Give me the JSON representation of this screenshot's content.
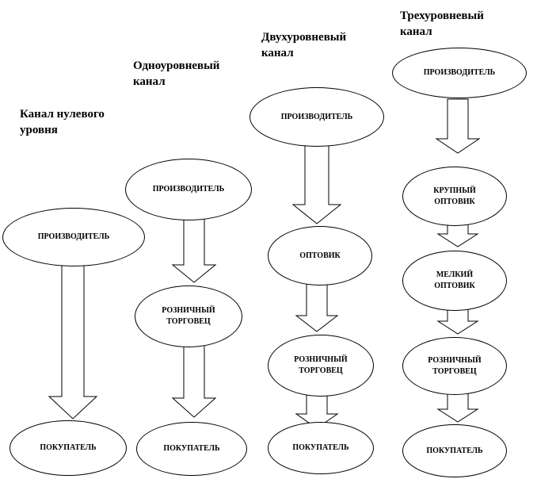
{
  "channels": [
    {
      "title_line1": "Канал нулевого",
      "title_line2": "уровня",
      "nodes": [
        {
          "label1": "ПРОИЗВОДИТЕЛЬ"
        },
        {
          "label1": "ПОКУПАТЕЛЬ"
        }
      ]
    },
    {
      "title_line1": "Одноуровневый",
      "title_line2": "канал",
      "nodes": [
        {
          "label1": "ПРОИЗВОДИТЕЛЬ"
        },
        {
          "label1": "РОЗНИЧНЫЙ",
          "label2": "ТОРГОВЕЦ"
        },
        {
          "label1": "ПОКУПАТЕЛЬ"
        }
      ]
    },
    {
      "title_line1": "Двухуровневый",
      "title_line2": "канал",
      "nodes": [
        {
          "label1": "ПРОИЗВОДИТЕЛЬ"
        },
        {
          "label1": "ОПТОВИК"
        },
        {
          "label1": "РОЗНИЧНЫЙ",
          "label2": "ТОРГОВЕЦ"
        },
        {
          "label1": "ПОКУПАТЕЛЬ"
        }
      ]
    },
    {
      "title_line1": "Трехуровневый",
      "title_line2": "канал",
      "nodes": [
        {
          "label1": "ПРОИЗВОДИТЕЛЬ"
        },
        {
          "label1": "КРУПНЫЙ",
          "label2": "ОПТОВИК"
        },
        {
          "label1": "МЕЛКИЙ",
          "label2": "ОПТОВИК"
        },
        {
          "label1": "РОЗНИЧНЫЙ",
          "label2": "ТОРГОВЕЦ"
        },
        {
          "label1": "ПОКУПАТЕЛЬ"
        }
      ]
    }
  ]
}
